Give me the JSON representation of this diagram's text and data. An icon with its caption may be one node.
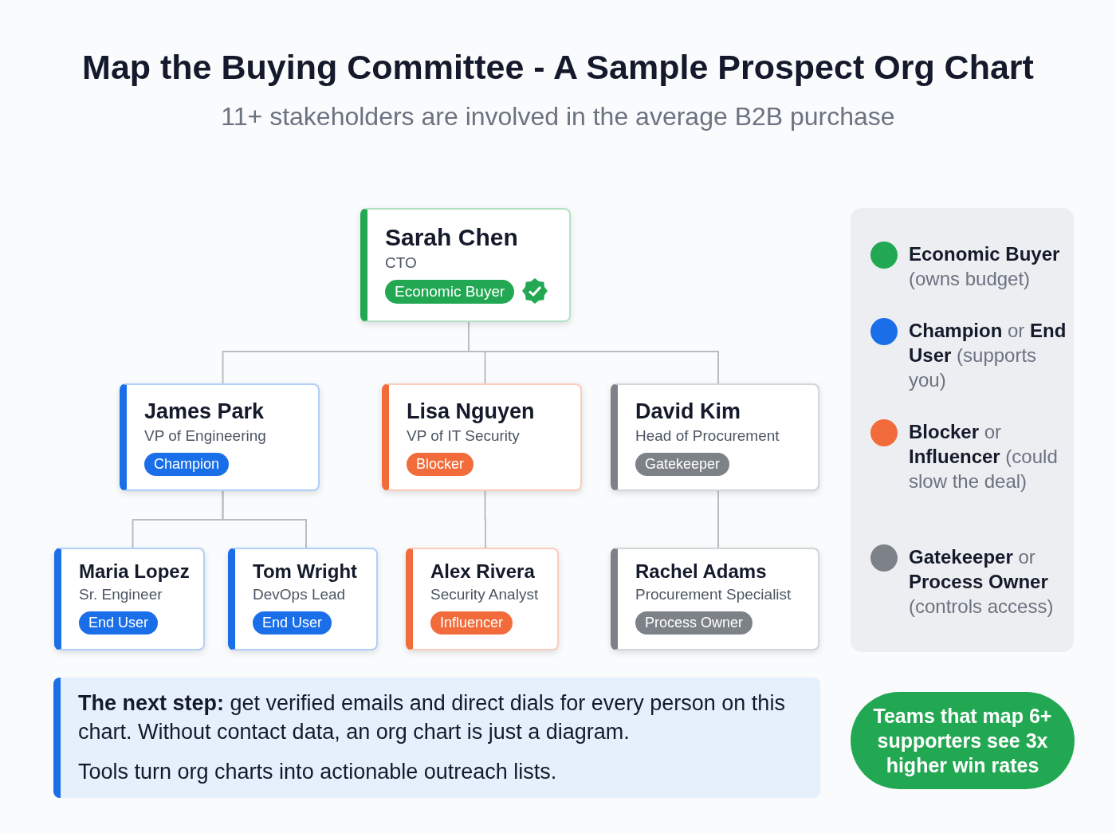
{
  "diagram": {
    "title": "Map the Buying Committee - A Sample Prospect Org Chart",
    "nodes": [
      {
        "text": [
          "Sarah Chen",
          "CTO",
          "Economic Buyer"
        ]
      },
      {
        "text": [
          "James Park",
          "VP of Engineering",
          "Champion"
        ]
      },
      {
        "text": [
          "Lisa Nguyen",
          "VP of IT Security",
          "Blocker"
        ]
      },
      {
        "text": [
          "David Kim",
          "Head of Procurement",
          "Gatekeeper"
        ]
      },
      {
        "text": [
          "Maria Lopez",
          "Sr. Engineer",
          "End User"
        ]
      },
      {
        "text": [
          "Tom Wright",
          "DevOps Lead",
          "End User"
        ]
      },
      {
        "text": [
          "Alex Rivera",
          "Security Analyst",
          "Influencer"
        ]
      },
      {
        "text": [
          "Rachel Adams",
          "Procurement Specialist",
          "Process Owner"
        ]
      },
      {
        "text": [
          "Teams that map 6+ supporters see 3x higher win rates"
        ]
      },
      {
        "text": [
          "**The next step:** get verified emails and direct dials for every person on this chart. Without contact data, an org chart is just a diagram.",
          "Tools turn org charts into actionable outreach lists."
        ]
      }
    ],
    "edges": [
      {
        "from": 0,
        "to": 1,
        "arrow": "none"
      },
      {
        "from": 0,
        "to": 2,
        "arrow": "none"
      },
      {
        "from": 0,
        "to": 3,
        "arrow": "none"
      },
      {
        "from": 1,
        "to": 4,
        "arrow": "none"
      },
      {
        "from": 1,
        "to": 5,
        "arrow": "none"
      },
      {
        "from": 2,
        "to": 6,
        "arrow": "none"
      },
      {
        "from": 3,
        "to": 7,
        "arrow": "none"
      }
    ],
    "labels": [
      "11+ stakeholders are involved in the average B2B purchase"
    ],
    "legend": [
      {
        "text": "**Economic Buyer** (owns budget)",
        "color": "#22a852"
      },
      {
        "text": "**Champion** or **End User** (supports you)",
        "color": "#1a6fe8"
      },
      {
        "text": "**Blocker** or **Influencer** (could slow the deal)",
        "color": "#f26b3a"
      },
      {
        "text": "**Gatekeeper** or **Process Owner** (controls access)",
        "color": "#7d8288"
      }
    ]
  }
}
